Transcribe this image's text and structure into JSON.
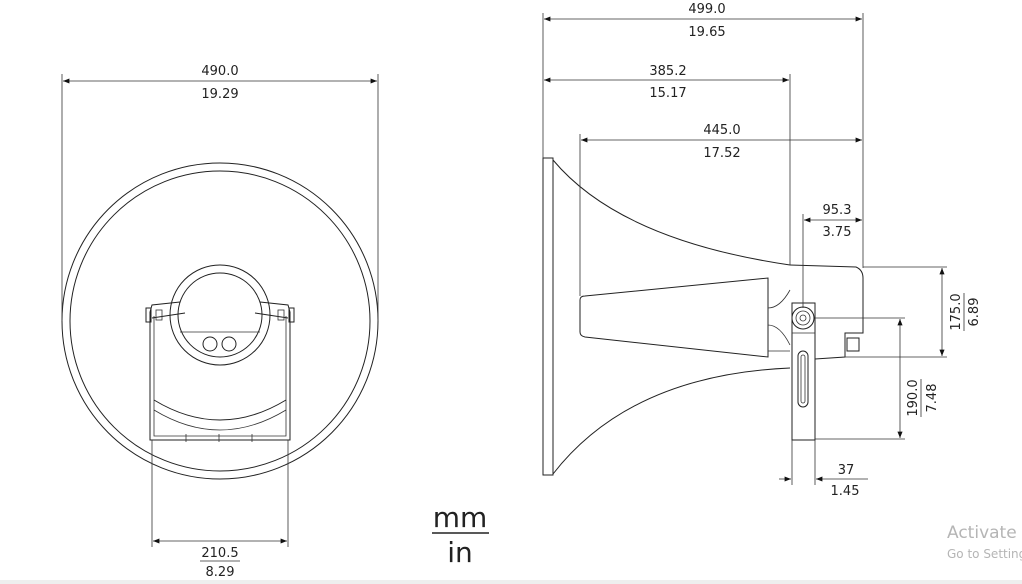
{
  "front_view": {
    "width_overall": {
      "mm": "490.0",
      "in": "19.29"
    },
    "bracket_width": {
      "mm": "210.5",
      "in": "8.29"
    }
  },
  "side_view": {
    "depth_overall": {
      "mm": "499.0",
      "in": "19.65"
    },
    "flange_to_bracket": {
      "mm": "385.2",
      "in": "15.17"
    },
    "horn_to_rear": {
      "mm": "445.0",
      "in": "17.52"
    },
    "pivot_to_rear": {
      "mm": "95.3",
      "in": "3.75"
    },
    "driver_height": {
      "mm": "175.0",
      "in": "6.89"
    },
    "bracket_height": {
      "mm": "190.0",
      "in": "7.48"
    },
    "bracket_thickness": {
      "mm": "37",
      "in": "1.45"
    }
  },
  "units_legend": {
    "top": "mm",
    "bottom": "in"
  },
  "watermark": {
    "line1": "Activate",
    "line2": "Go to Settings"
  }
}
